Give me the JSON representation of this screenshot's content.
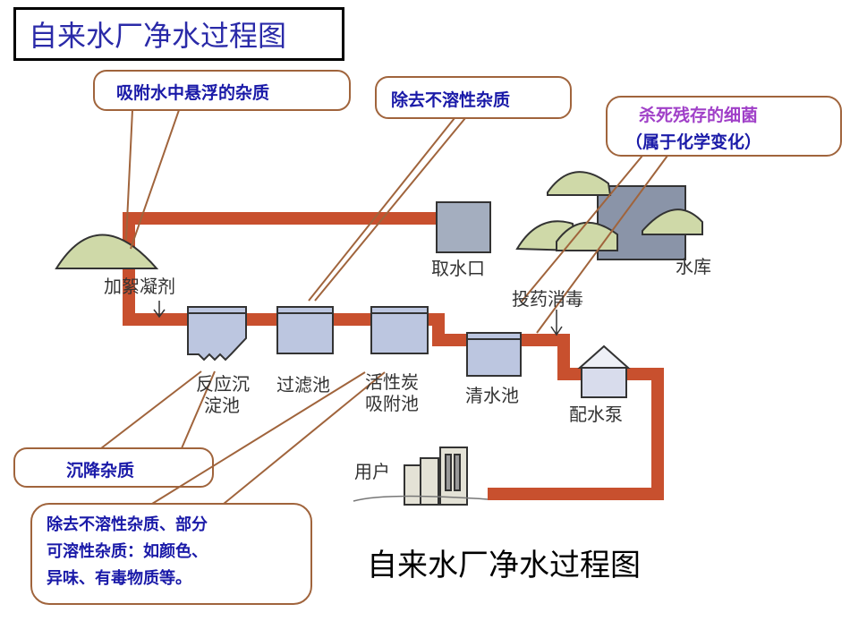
{
  "title": "自来水厂净水过程图",
  "bottom_title": "自来水厂净水过程图",
  "callouts": {
    "adsorb": "吸附水中悬浮的杂质",
    "filter": "除去不溶性杂质",
    "disinfect_line1": "杀死残存的细菌",
    "disinfect_line2": "（属于化学变化）",
    "settle": "沉降杂质",
    "carbon_line1": "除去不溶性杂质、部分",
    "carbon_line2": "可溶性杂质：如颜色、",
    "carbon_line3": "异味、有毒物质等。"
  },
  "labels": {
    "intake": "取水口",
    "reservoir": "水库",
    "coagulant": "加絮凝剂",
    "disinfect": "投药消毒",
    "reaction_1": "反应沉",
    "reaction_2": "淀池",
    "filter_tank": "过滤池",
    "carbon_1": "活性炭",
    "carbon_2": "吸附池",
    "clear_tank": "清水池",
    "pump": "配水泵",
    "user": "用户"
  },
  "colors": {
    "pipe": "#c8502e",
    "tank": "#bcc6e0",
    "callout_border": "#a0643c",
    "callout_text": "#1a1aa8",
    "disinfect_text": "#a040c8",
    "tree": "#cfd9a8"
  }
}
